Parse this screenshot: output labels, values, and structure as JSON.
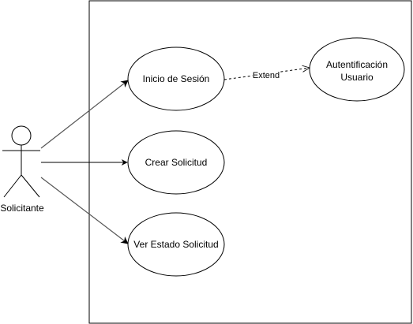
{
  "diagram": {
    "actor": {
      "label": "Solicitante"
    },
    "use_cases": {
      "login": "Inicio de Sesión",
      "create": "Crear Solicitud",
      "status": "Ver Estado Solicitud",
      "auth_line1": "Autentificación",
      "auth_line2": "Usuario"
    },
    "relations": {
      "extend_label": "Extend"
    }
  }
}
